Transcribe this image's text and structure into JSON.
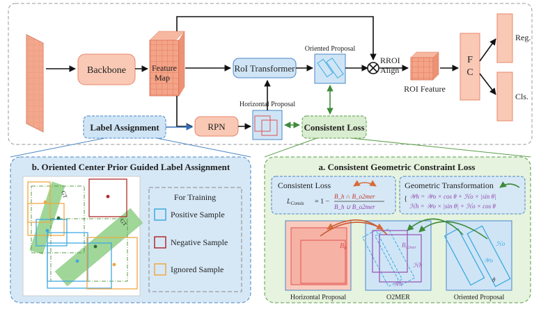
{
  "top_pipeline": {
    "backbone": "Backbone",
    "feature_map": [
      "Feature",
      "Map"
    ],
    "roi_transformer": "RoI Transformer",
    "oriented_proposal": "Oriented  Proposal",
    "rroi_align": [
      "RROI",
      "Align"
    ],
    "roi_feature": "ROI Feature",
    "fc": [
      "F",
      "C"
    ],
    "reg": "Reg.",
    "cls": "Cls.",
    "horizontal_proposal": "Horizontal  Proposal",
    "rpn": "RPN",
    "label_assignment": "Label Assignment",
    "consistent_loss": "Consistent  Loss"
  },
  "panel_b": {
    "title": "b. Oriented Center Prior Guided Label Assignment",
    "gt_label": "GT",
    "legend_title": "For Training",
    "legend": [
      {
        "label": "Positive Sample",
        "color": "#3fa9e0"
      },
      {
        "label": "Negative Sample",
        "color": "#b02a2a"
      },
      {
        "label": "Ignored Sample",
        "color": "#f0a742"
      }
    ]
  },
  "panel_a": {
    "title": "a. Consistent Geometric Constraint Loss",
    "consistent_loss_title": "Consistent   Loss",
    "formula": "L_Consis = 1 − (B_h ∩ B_o2mer) / (B_h ∪ B_o2mer)",
    "formula_parts": {
      "lhs": "L",
      "lhs_sub": "Consis",
      "eq": "= 1 −",
      "num": "B_h ∩ B_o2mer",
      "den": "B_h ∪ B_o2mer"
    },
    "geo_title": "Geometric Transformation",
    "geo_line1": "𝒲h = 𝒲o × cos θ + ℋo × |sin θ|",
    "geo_line2": "ℋh = 𝒲o × |sin θ| + ℋo × cos θ",
    "label_bh": "B",
    "label_bh_sub": "h",
    "label_bo2mer": "B",
    "label_bo2mer_sub": "o2mer",
    "label_hh": "ℋh",
    "label_wh": "𝒲h",
    "label_ho": "ℋo",
    "label_wo": "𝒲o",
    "label_theta": "θ",
    "sub_labels": [
      "Horizontal  Proposal",
      "O2MER",
      "Oriented  Proposal"
    ]
  },
  "colors": {
    "salmon_fill": "#f9c9b5",
    "salmon_stroke": "#e8866a",
    "blue_fill": "#cfe5f6",
    "blue_stroke": "#4a86c5",
    "green_fill": "#d9edd0",
    "green_stroke": "#5a9e47",
    "red": "#e05050",
    "purple": "#9b59b6",
    "gt_green": "#8fcf86"
  }
}
